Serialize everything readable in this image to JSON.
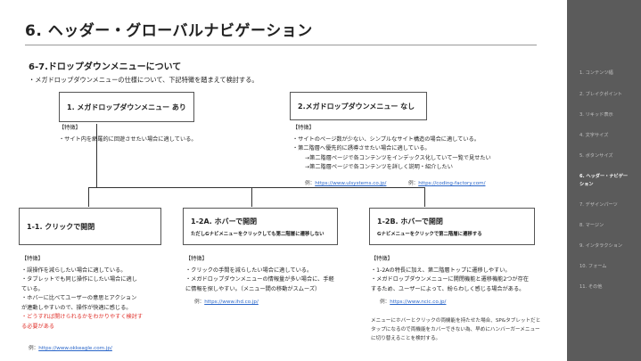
{
  "page": {
    "title": "6. ヘッダー・グローバルナビゲーション",
    "section_heading": "6-7.ドロップダウンメニューについて",
    "intro": "・メガドロップダウンメニューの仕様について、下記特徴を踏まえて検討する。"
  },
  "mega_yes": {
    "title": "1. メガドロップダウンメニュー あり",
    "features_head": "【特徴】",
    "features": [
      "・サイト内を網羅的に回遊させたい場合に適している。"
    ]
  },
  "mega_no": {
    "title": "2.メガドロップダウンメニュー なし",
    "features_head": "【特徴】",
    "features": [
      "・サイトのページ数が少ない、シンプルなサイト構造の場合に適している。",
      "・第二階層へ優先的に誘導させたい場合に適している。",
      "→第二階層ページで各コンテンツをインデックス化していて一覧で見せたい",
      "→第二階層ページで各コンテンツを詳しく説明・紹介したい"
    ],
    "example1_prefix": "例：",
    "example1_link": "https://www.ulsystems.co.jp/",
    "example2_prefix": "例：",
    "example2_link": "https://coding-factory.com/"
  },
  "click_open": {
    "title": "1-1. クリックで開閉",
    "features_head": "【特徴】",
    "features": [
      "・誤操作を減らしたい場合に適している。",
      "・タブレットでも同じ操作にしたい場合に適し",
      "ている。",
      "・ホバーに比べてユーザーの意思とアクション",
      "が連動しやすいので、操作が快適に感じる。"
    ],
    "warning": [
      "・どうすれば開けられるかをわかりやすく検討す",
      "る必要がある"
    ],
    "example_prefix": "例：",
    "example_link": "https://www.okkeagle.com.jp/"
  },
  "hover_2a": {
    "title": "1-2A. ホバーで開閉",
    "subtitle": "ただしGナビメニューをクリックしても第二階層に遷移しない",
    "features_head": "【特徴】",
    "features": [
      "・クリックの手間を減らしたい場合に適している。",
      "・メガドロップダウンメニューの情報量が多い場合に、手軽",
      "に情報を探しやすい。（メニュー間の移動がスムーズ）"
    ],
    "example_prefix": "例：",
    "example_link": "https://www.ihd.co.jp/"
  },
  "hover_2b": {
    "title": "1-2B. ホバーで開閉",
    "subtitle": "Gナビメニューをクリックで第二階層に遷移する",
    "features_head": "【特徴】",
    "features": [
      "・1-2Aの特長に加え、第二階層トップに遷移しやすい。",
      "・メガドロップダウンメニューに開閉機能と遷移機能2つが存在",
      "するため、ユーザーによって、紛らわしく感じる場合がある。"
    ],
    "example_prefix": "例：",
    "example_link": "https://www.ncic.co.jp/",
    "note": [
      "メニューにホバーとクリックの両機能を持たせた場合、SP&タブレットだと",
      "タップになるので両機能をカバーできない為、早めにハンバーガーメニュー",
      "に切り替えることを検討する。"
    ]
  },
  "sidebar": {
    "items": [
      "1. コンテンツ幅",
      "2. ブレイクポイント",
      "3. リキッド表示",
      "4. 文字サイズ",
      "5. ボタンサイズ",
      "6. ヘッダー・ナビゲー",
      "ション",
      "7. デザインパーツ",
      "8. マージン",
      "9. インタラクション",
      "10. フォーム",
      "11. その他"
    ]
  }
}
